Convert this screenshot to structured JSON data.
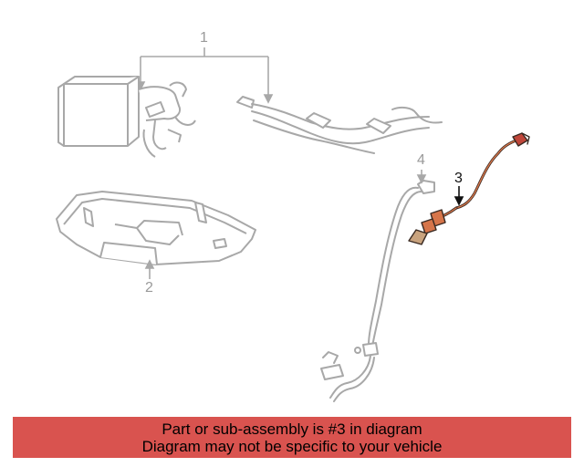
{
  "callouts": {
    "c1": "1",
    "c2": "2",
    "c3": "3",
    "c4": "4"
  },
  "banner": {
    "line1": "Part or sub-assembly is #3 in diagram",
    "line2": "Diagram may not be specific to your vehicle"
  },
  "colors": {
    "line_art": "#a8a8a8",
    "highlight_stroke": "#3a2a22",
    "highlight_wire": "#d6754a",
    "highlight_connector": "#c0463a",
    "banner_bg": "#d9534f"
  }
}
